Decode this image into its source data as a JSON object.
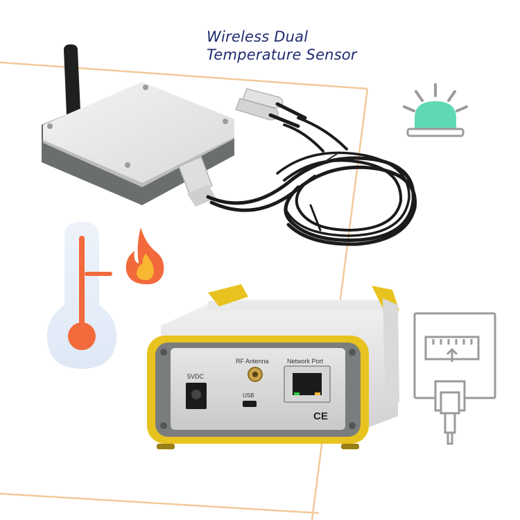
{
  "title": {
    "line1": "Wireless Dual",
    "line2": "Temperature Sensor"
  },
  "panel": {
    "rf_antenna": "RF Antenna",
    "network_port": "Network Port",
    "power": "5VDC",
    "usb": "USB",
    "ce_mark": "CE"
  },
  "icons": [
    "alarm-light-icon",
    "thermometer-icon",
    "flame-icon",
    "ethernet-port-icon"
  ],
  "colors": {
    "title": "#1f2a6e",
    "frame_line": "#f2c99a",
    "alarm": "#5fd9b4",
    "thermometer": "#f26a3c",
    "flame_outer": "#f26a3c",
    "flame_inner": "#f7b731",
    "enclosure_trim": "#e8c31f",
    "icon_gray": "#9a9a9a"
  }
}
